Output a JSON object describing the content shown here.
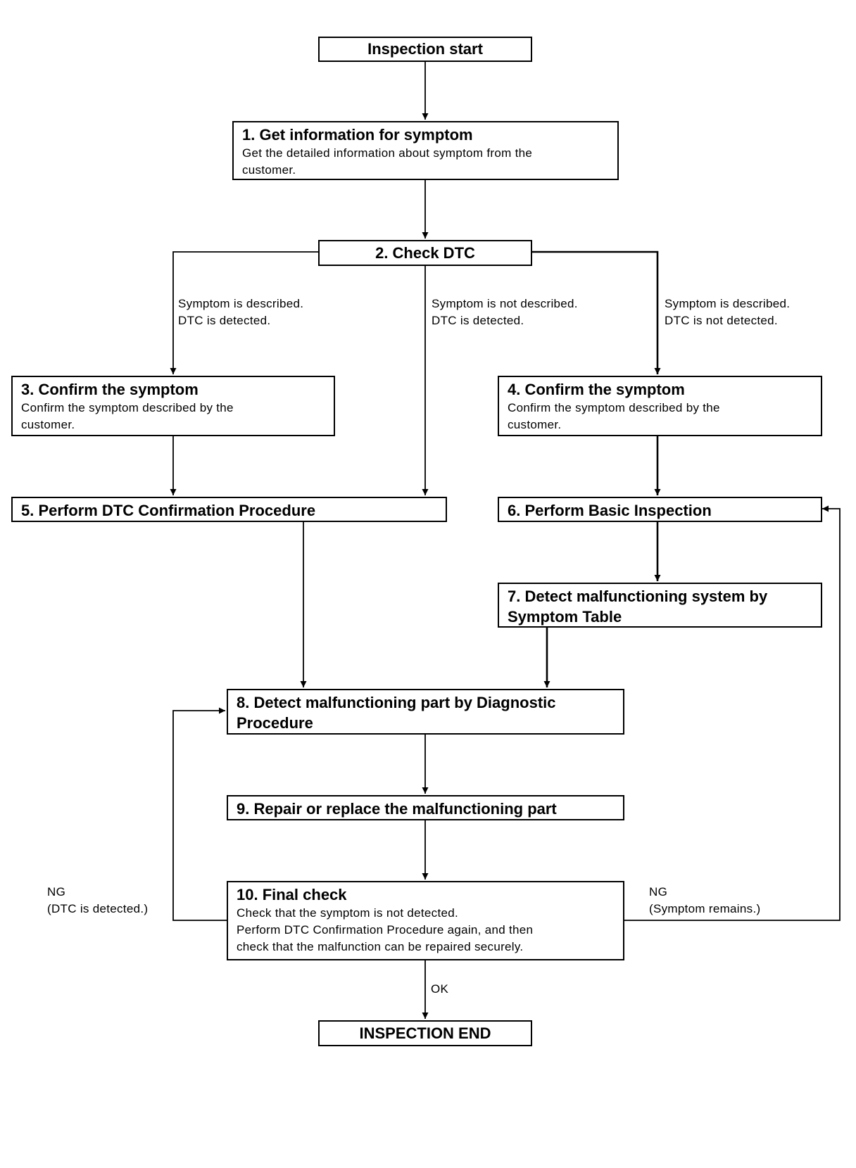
{
  "nodes": {
    "start": {
      "title": "Inspection start"
    },
    "step1": {
      "title": "1. Get information for symptom",
      "desc": [
        "Get the detailed information about symptom from the",
        "customer."
      ]
    },
    "step2": {
      "title": "2. Check DTC"
    },
    "step3": {
      "title": "3. Confirm the symptom",
      "desc": [
        "Confirm the symptom described by the",
        "customer."
      ]
    },
    "step4": {
      "title": "4. Confirm the symptom",
      "desc": [
        "Confirm the symptom described by the",
        "customer."
      ]
    },
    "step5": {
      "title": "5. Perform DTC Confirmation Procedure"
    },
    "step6": {
      "title": "6. Perform Basic Inspection"
    },
    "step7": {
      "title": [
        "7. Detect malfunctioning system by",
        "Symptom Table"
      ]
    },
    "step8": {
      "title": [
        "8. Detect malfunctioning part by Diagnostic",
        "Procedure"
      ]
    },
    "step9": {
      "title": "9. Repair or replace the malfunctioning part"
    },
    "step10": {
      "title": "10. Final check",
      "desc": [
        "Check that the symptom is not detected.",
        "Perform DTC Confirmation Procedure again, and then",
        "check that the malfunction can be repaired securely."
      ]
    },
    "end": {
      "title": "INSPECTION END"
    }
  },
  "edge_labels": {
    "left_branch": [
      "Symptom is described.",
      "DTC is detected."
    ],
    "middle_branch": [
      "Symptom is not described.",
      "DTC is detected."
    ],
    "right_branch": [
      "Symptom is described.",
      "DTC is not detected."
    ],
    "ng_left": [
      "NG",
      "(DTC is detected.)"
    ],
    "ng_right": [
      "NG",
      "(Symptom remains.)"
    ],
    "ok": "OK"
  }
}
